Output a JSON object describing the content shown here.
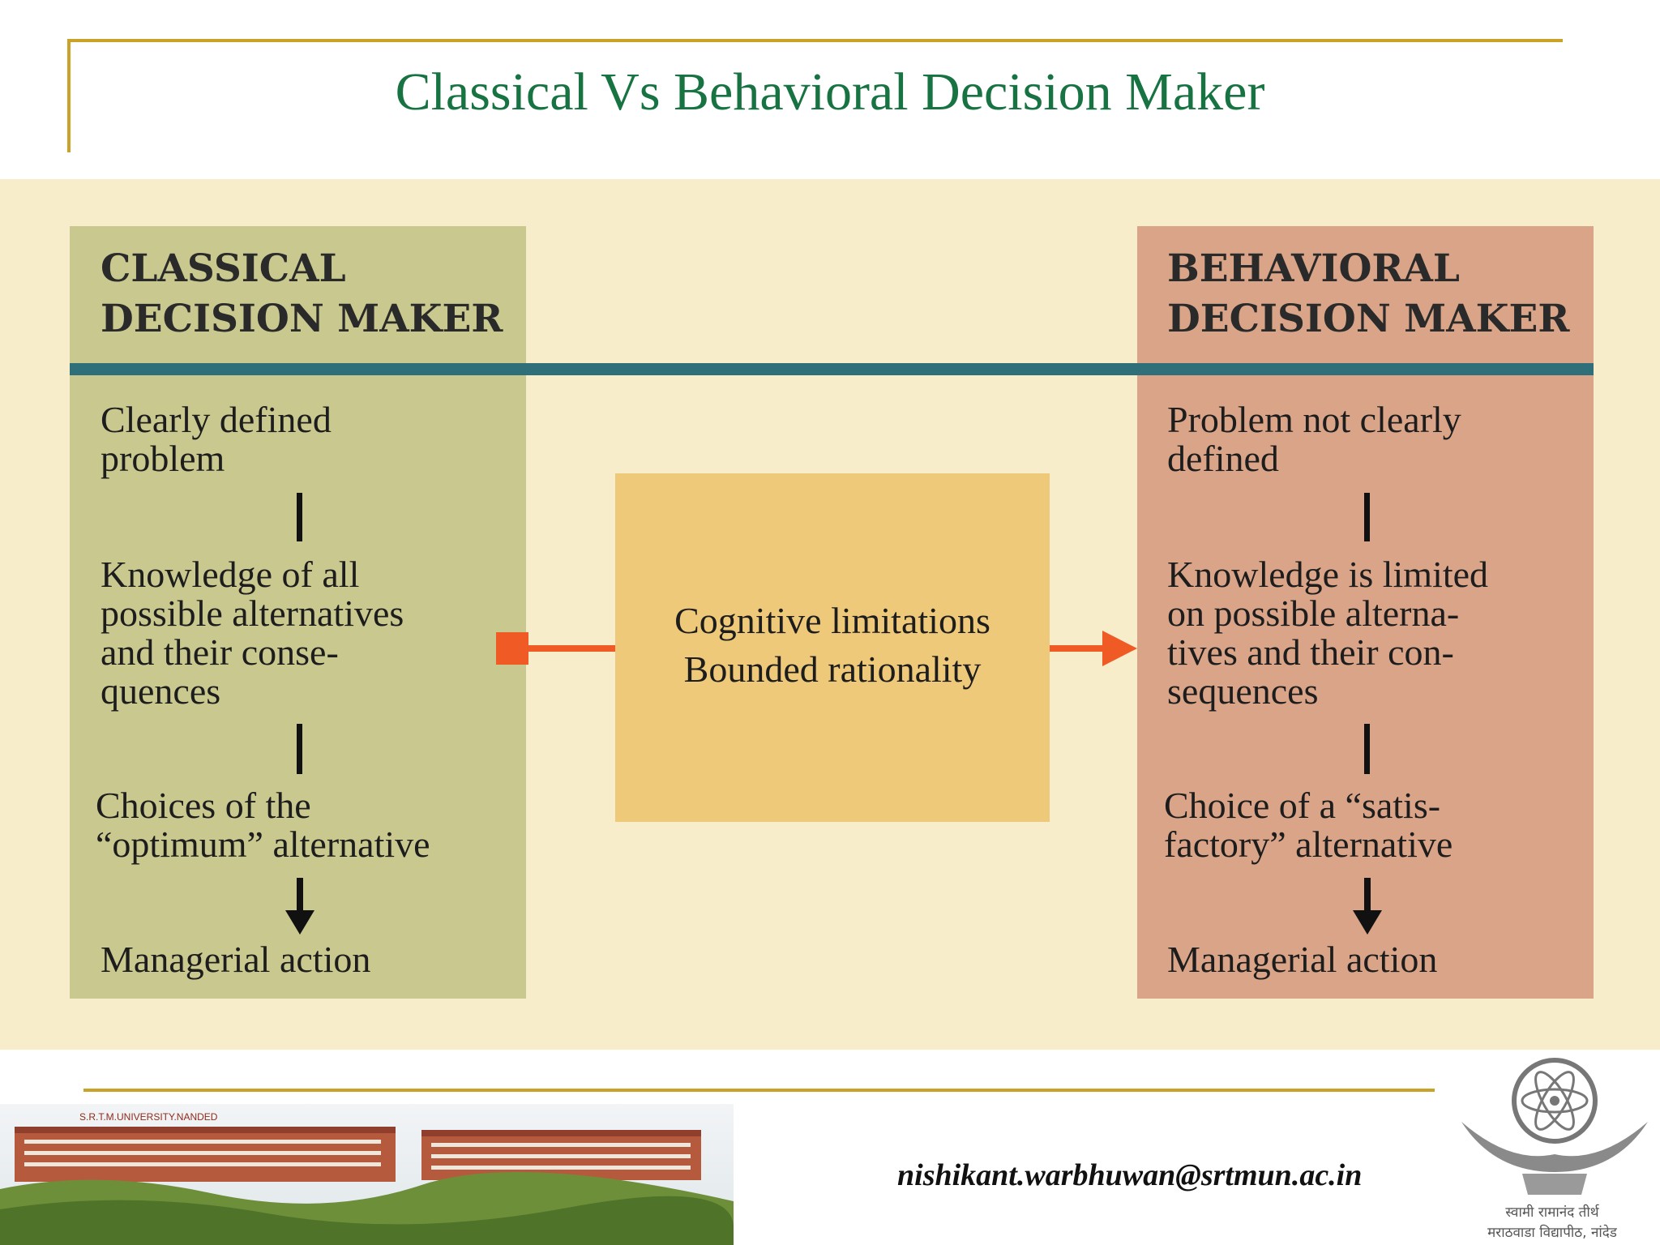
{
  "slide": {
    "title": "Classical Vs Behavioral Decision Maker"
  },
  "classical": {
    "heading_line1": "CLASSICAL",
    "heading_line2": "DECISION MAKER",
    "step1_line1": "Clearly defined",
    "step1_line2": "problem",
    "step2_line1": "Knowledge of all",
    "step2_line2": "possible alternatives",
    "step2_line3": "and their conse-",
    "step2_line4": "quences",
    "step3_line1": "Choices of the",
    "step3_line2": "“optimum” alternative",
    "step4_line1": "Managerial action"
  },
  "center": {
    "line1": "Cognitive limitations",
    "line2": "Bounded rationality"
  },
  "behavioral": {
    "heading_line1": "BEHAVIORAL",
    "heading_line2": "DECISION MAKER",
    "step1_line1": "Problem not clearly",
    "step1_line2": "defined",
    "step2_line1": "Knowledge is limited",
    "step2_line2": "on possible alterna-",
    "step2_line3": "tives and their con-",
    "step2_line4": "sequences",
    "step3_line1": "Choice of a “satis-",
    "step3_line2": "factory” alternative",
    "step4_line1": "Managerial action"
  },
  "footer": {
    "email": "nishikant.warbhuwan@srtmun.ac.in",
    "photo_sign": "S.R.T.M.UNIVERSITY.NANDED",
    "emblem_text_line1": "स्वामी रामानंद तीर्थ",
    "emblem_text_line2": "मराठवाडा विद्यापीठ, नांदेड"
  },
  "colors": {
    "title": "#177341",
    "rule": "#c9a227",
    "panel_bg": "#f8edcb",
    "classical": "#c9c88f",
    "behavioral": "#d9a487",
    "center": "#efc97a",
    "divider": "#2e6f7a",
    "connector": "#f05a24"
  }
}
